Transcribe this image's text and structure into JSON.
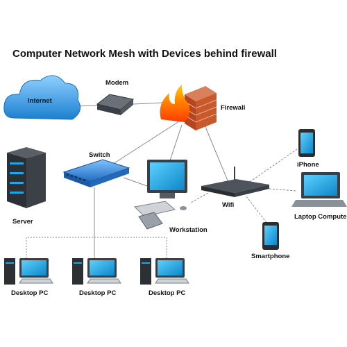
{
  "title": "Computer Network Mesh with Devices behind firewall",
  "labels": {
    "internet": "Internet",
    "modem": "Modem",
    "firewall": "Firewall",
    "switch": "Switch",
    "server": "Server",
    "workstation": "Workstation",
    "wifi": "Wifi",
    "iphone": "iPhone",
    "laptop": "Laptop Computer",
    "smartphone": "Smartphone",
    "desktop_pc_1": "Desktop PC",
    "desktop_pc_2": "Desktop PC",
    "desktop_pc_3": "Desktop PC"
  },
  "colors": {
    "cloud": "#2f9be0",
    "screen": "#1ea7e8",
    "brick": "#b5451e",
    "flame": "#f25a0a",
    "device_dark": "#3a3f45",
    "switch_blue": "#2b7fd4",
    "link_line": "#8a8a8a"
  }
}
